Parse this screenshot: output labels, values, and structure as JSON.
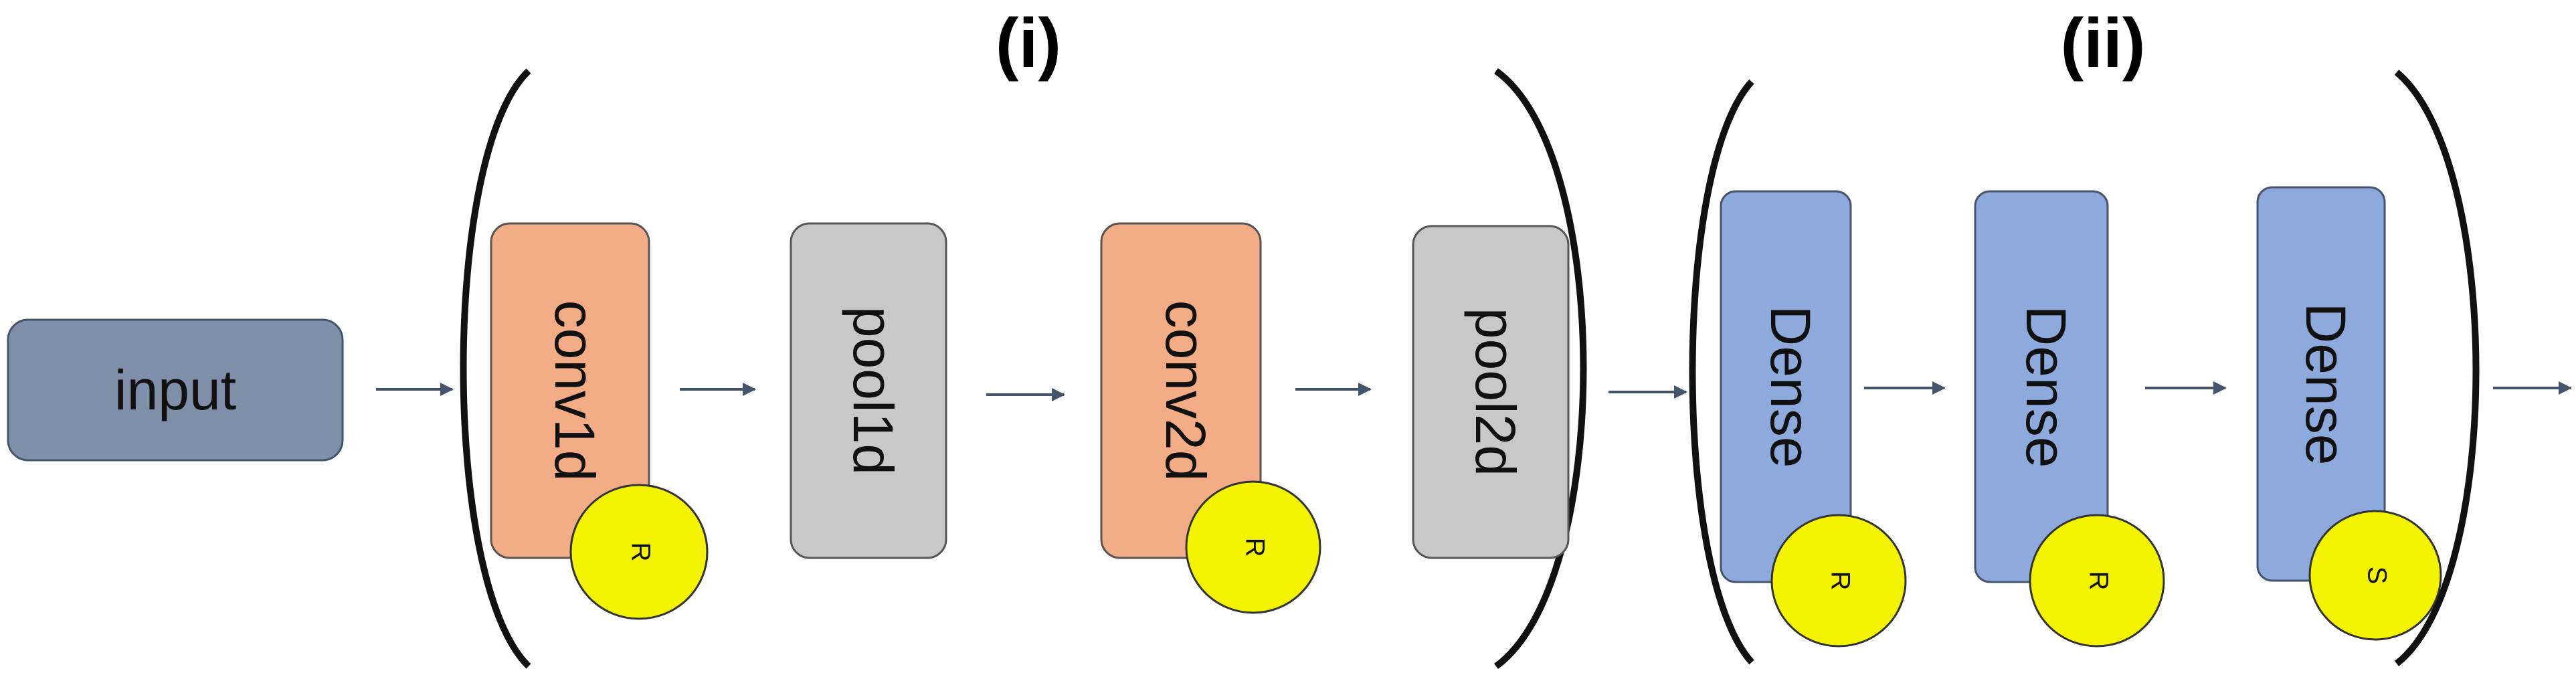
{
  "sections": {
    "first_label": "(i)",
    "second_label": "(ii)"
  },
  "blocks": {
    "input": "input",
    "conv1d": "conv1d",
    "pool1d": "pool1d",
    "conv2d": "conv2d",
    "pool2d": "pool2d",
    "dense1": "Dense",
    "dense2": "Dense",
    "dense3": "Dense"
  },
  "activations": {
    "conv1d": "R",
    "conv2d": "R",
    "dense1": "R",
    "dense2": "R",
    "dense3": "S"
  },
  "colors": {
    "input": "#7f8fa9",
    "conv": "#f2ad86",
    "pool": "#c8c8c8",
    "dense": "#8ea9db",
    "activation": "#f4f400",
    "arrow": "#44546a",
    "bracket": "#111111"
  }
}
